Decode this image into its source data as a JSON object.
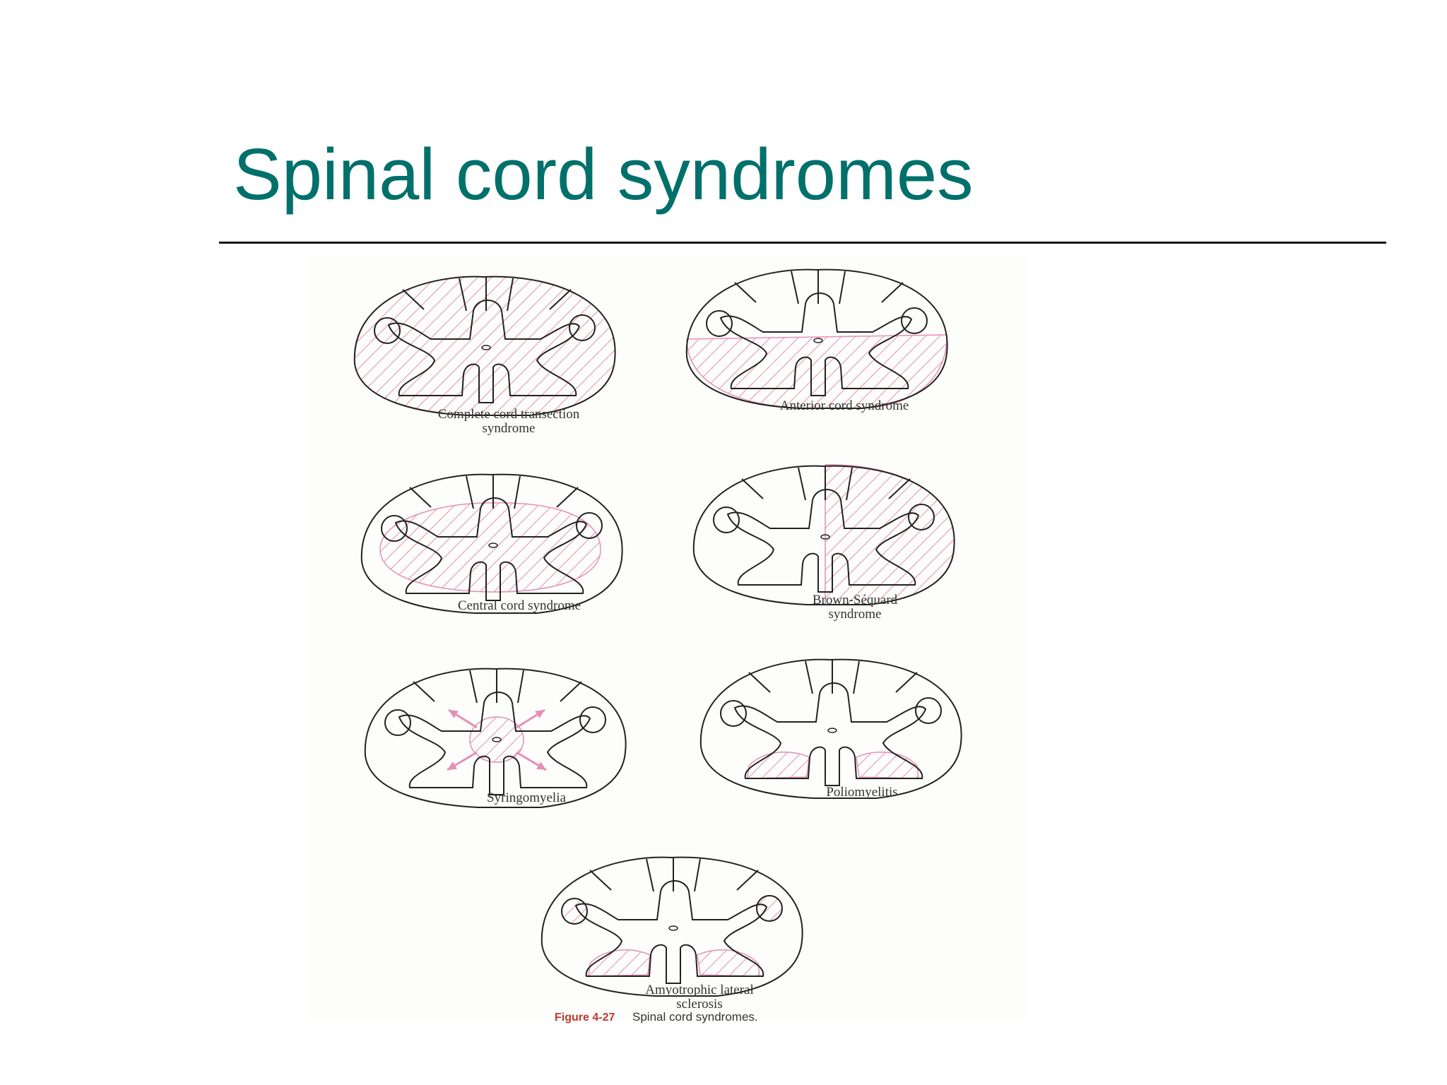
{
  "slide": {
    "title": "Spinal cord syndromes"
  },
  "figure": {
    "number": "Figure 4-27",
    "title": "Spinal cord syndromes.",
    "hatch_color": "#e58fb6",
    "panels": [
      {
        "id": "complete",
        "caption_lines": [
          "Complete cord transection",
          "syndrome"
        ],
        "lesion": "complete"
      },
      {
        "id": "anterior",
        "caption_lines": [
          "Anterior cord syndrome"
        ],
        "lesion": "anterior"
      },
      {
        "id": "central",
        "caption_lines": [
          "Central cord syndrome"
        ],
        "lesion": "central"
      },
      {
        "id": "brown-sequard",
        "caption_lines": [
          "Brown-Séquard",
          "syndrome"
        ],
        "lesion": "hemisection"
      },
      {
        "id": "syringomyelia",
        "caption_lines": [
          "Syringomyelia"
        ],
        "lesion": "syrinx"
      },
      {
        "id": "poliomyelitis",
        "caption_lines": [
          "Poliomyelitis"
        ],
        "lesion": "anterior-horns"
      },
      {
        "id": "als",
        "caption_lines": [
          "Amyotrophic lateral",
          "sclerosis"
        ],
        "lesion": "horns-and-lateral"
      }
    ]
  }
}
